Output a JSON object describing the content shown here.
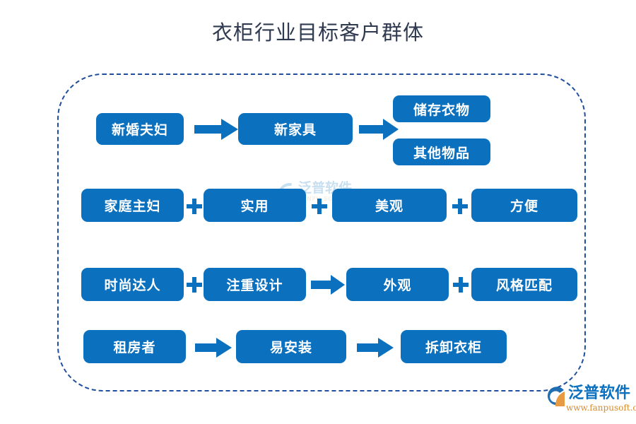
{
  "page": {
    "title": "衣柜行业目标客户群体",
    "accent_color": "#0b70be",
    "border_color": "#1f4e9c",
    "title_color": "#2f3a50"
  },
  "watermark": {
    "text": "泛普软件",
    "subtext": "FANPU SOFTWARE"
  },
  "diagram": {
    "rows": [
      {
        "id": "row-newlyweds",
        "segment": "新婚夫妇",
        "nodes": [
          {
            "label": "新婚夫妇"
          },
          {
            "label": "新家具"
          },
          {
            "label": "储存衣物"
          },
          {
            "label": "其他物品"
          }
        ],
        "connectors": [
          "arrow",
          "arrow"
        ]
      },
      {
        "id": "row-housewife",
        "segment": "家庭主妇",
        "nodes": [
          {
            "label": "家庭主妇"
          },
          {
            "label": "实用"
          },
          {
            "label": "美观"
          },
          {
            "label": "方便"
          }
        ],
        "connectors": [
          "plus",
          "plus",
          "plus"
        ]
      },
      {
        "id": "row-fashionista",
        "segment": "时尚达人",
        "nodes": [
          {
            "label": "时尚达人"
          },
          {
            "label": "注重设计"
          },
          {
            "label": "外观"
          },
          {
            "label": "风格匹配"
          }
        ],
        "connectors": [
          "plus",
          "arrow",
          "plus"
        ]
      },
      {
        "id": "row-renter",
        "segment": "租房者",
        "nodes": [
          {
            "label": "租房者"
          },
          {
            "label": "易安装"
          },
          {
            "label": "拆卸衣柜"
          }
        ],
        "connectors": [
          "arrow",
          "arrow"
        ]
      }
    ]
  },
  "logo": {
    "name": "泛普软件",
    "url": "www.fanpusoft.com"
  }
}
